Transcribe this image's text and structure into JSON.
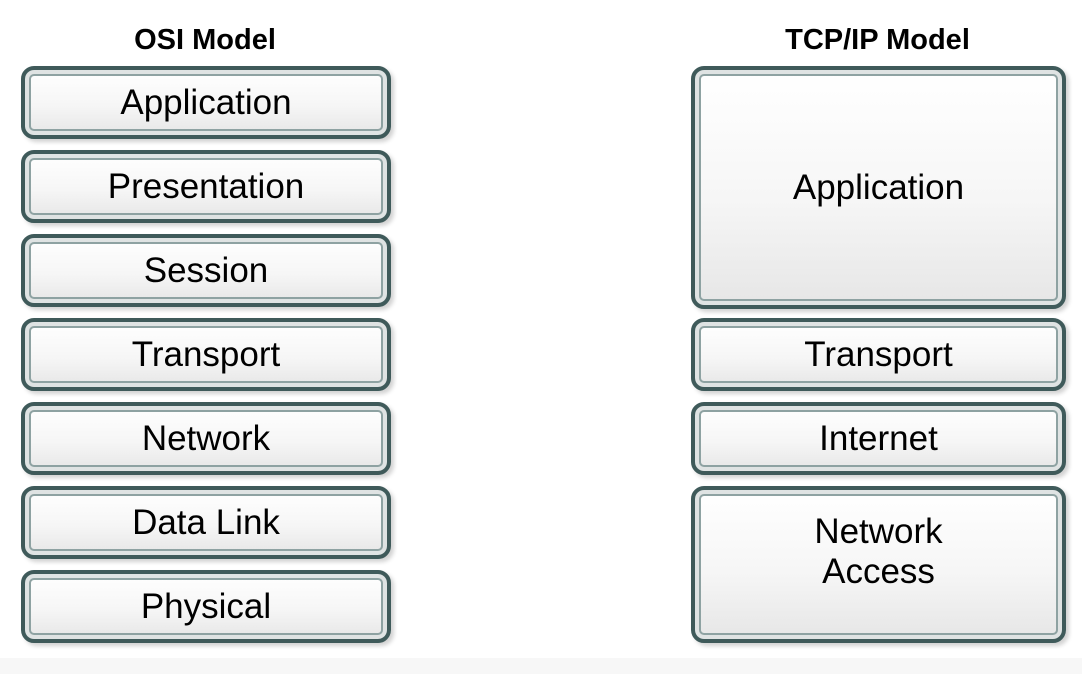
{
  "osi": {
    "title": "OSI Model",
    "layers": [
      "Application",
      "Presentation",
      "Session",
      "Transport",
      "Network",
      "Data Link",
      "Physical"
    ]
  },
  "tcpip": {
    "title": "TCP/IP Model",
    "layers": [
      "Application",
      "Transport",
      "Internet",
      "Network\nAccess"
    ]
  },
  "colors": {
    "border": "#3f5a5a",
    "inner_stroke": "#8ea2a2",
    "fill_top": "#ffffff",
    "fill_bottom": "#e6e6e6"
  }
}
